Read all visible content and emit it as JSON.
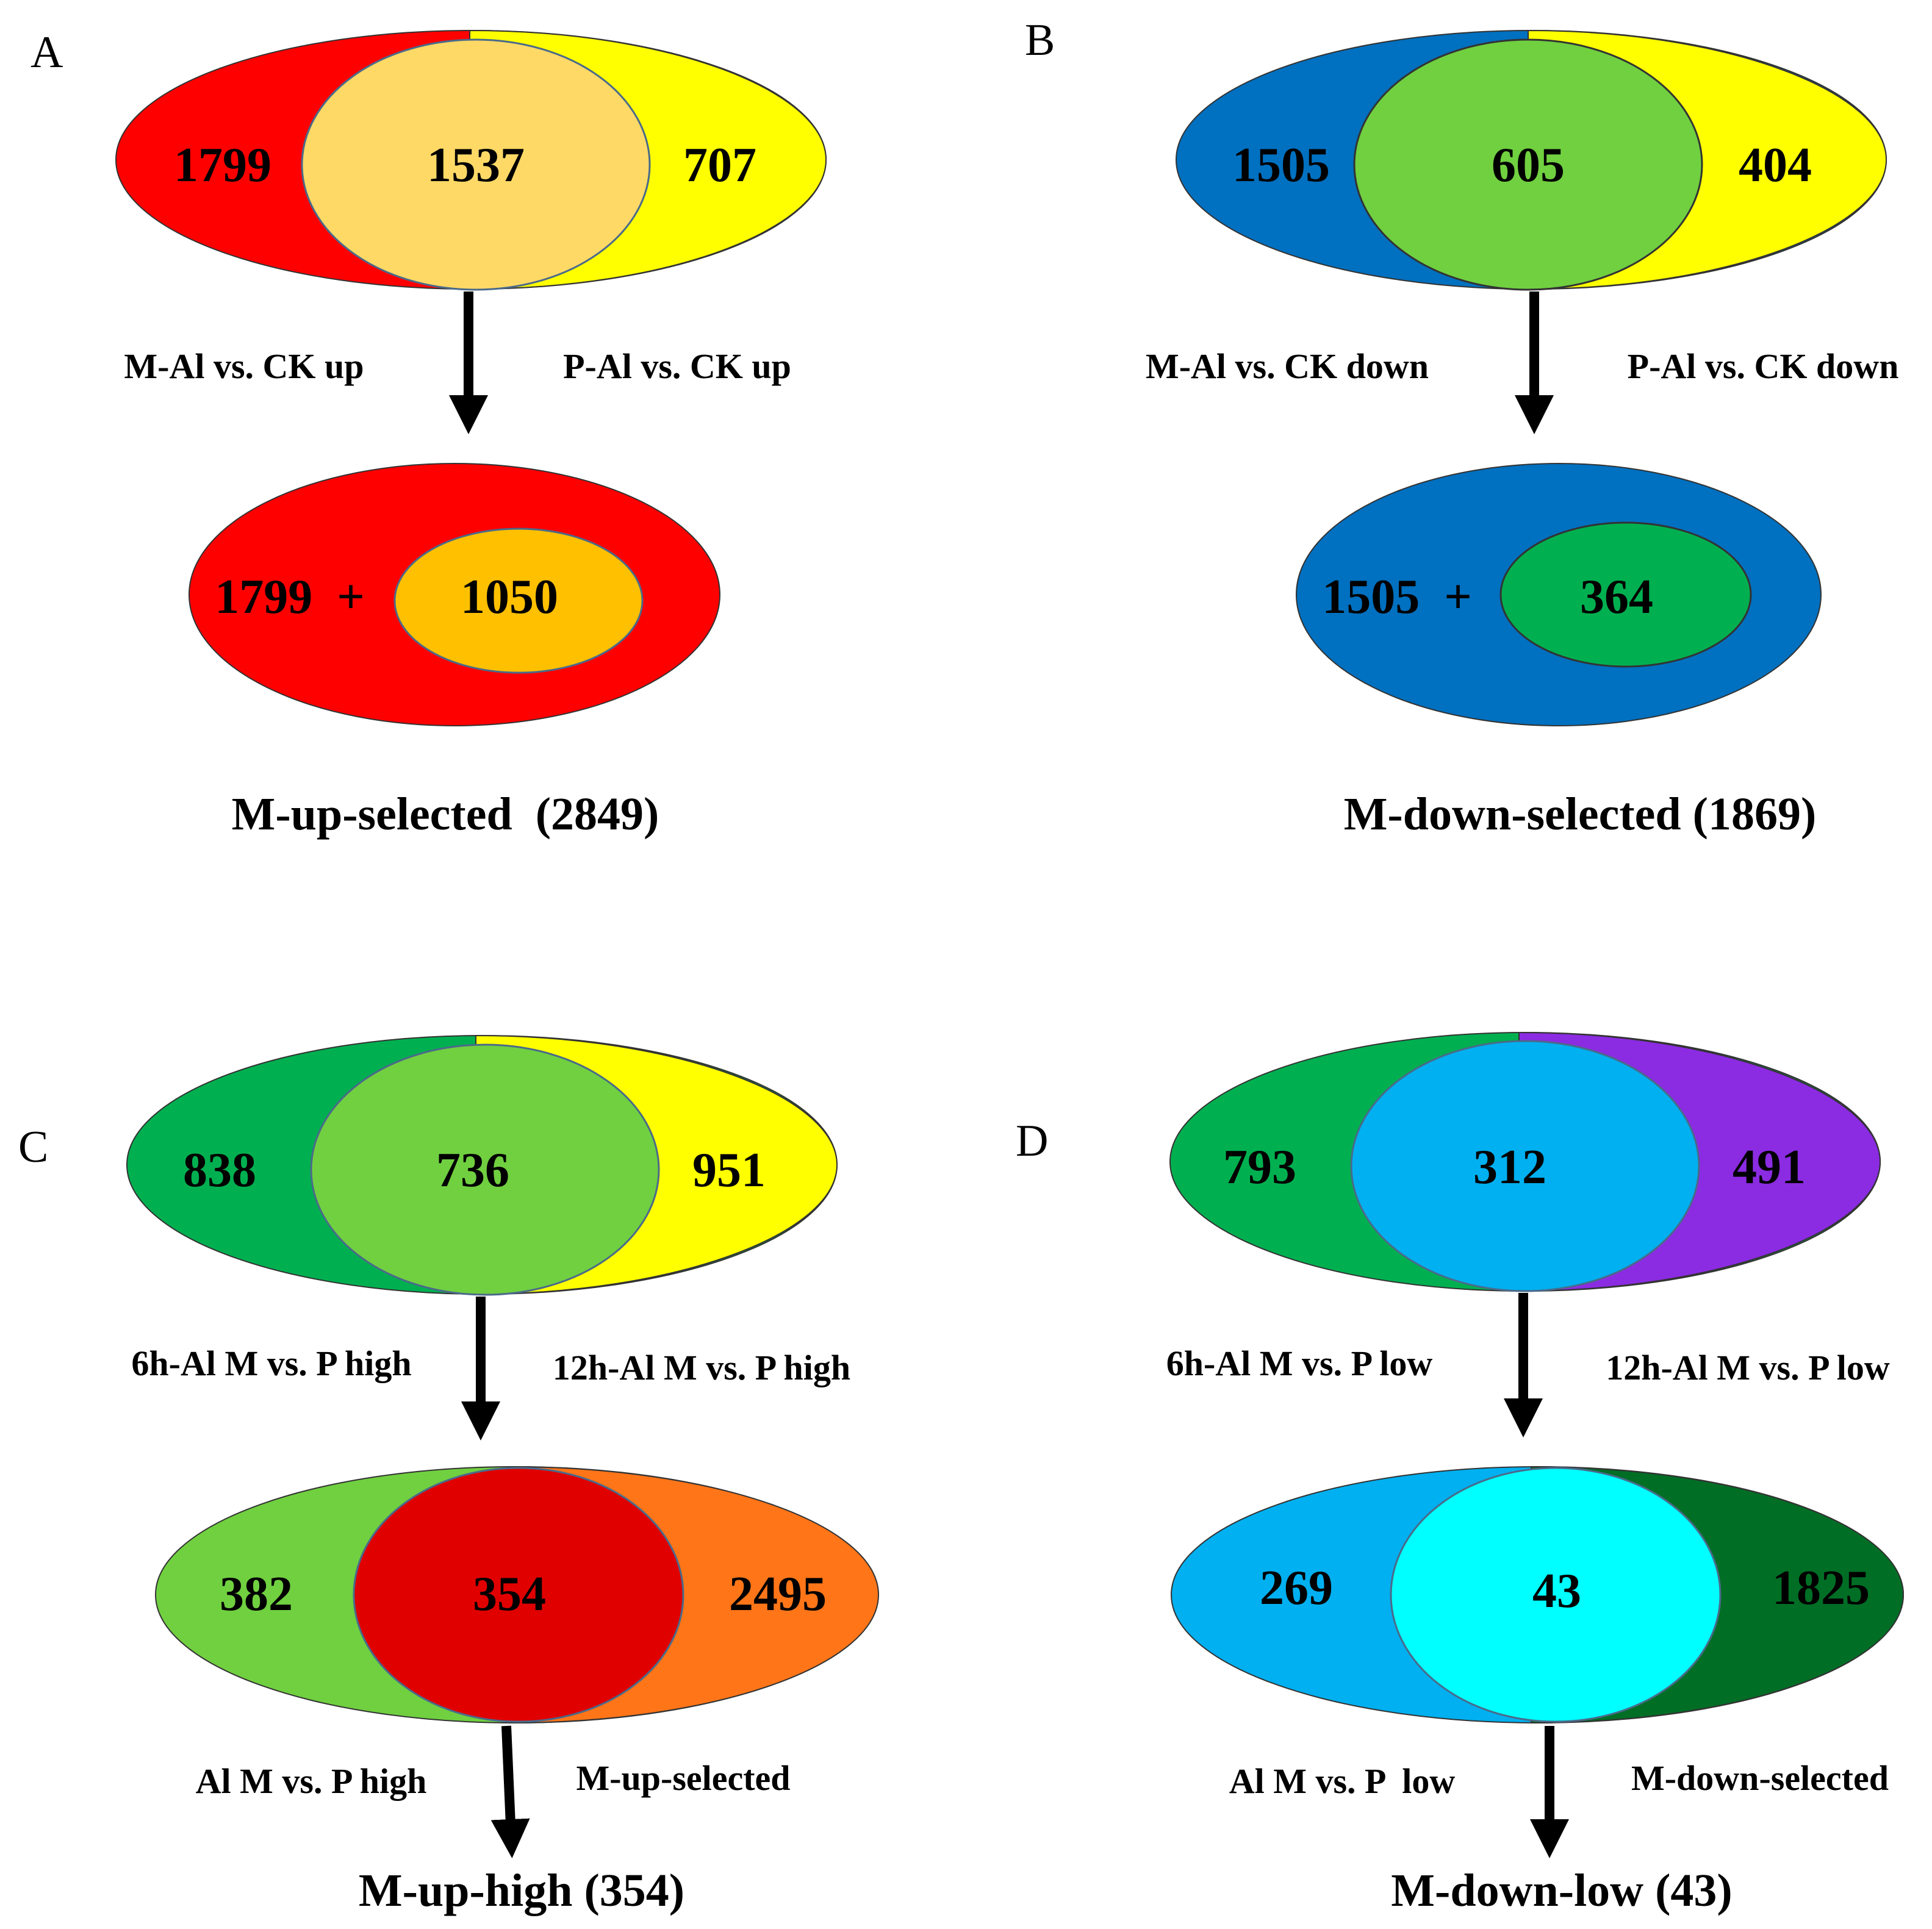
{
  "panels": {
    "A": {
      "letter": "A",
      "colors": {
        "left": "#ff0000",
        "right": "#ffff00",
        "overlap": "#ffd966",
        "result_outer": "#ff0000",
        "result_inner": "#ffc000"
      },
      "top": {
        "left": "1799",
        "overlap": "1537",
        "right": "707"
      },
      "labels": {
        "left": "M-Al vs. CK up",
        "right": "P-Al vs. CK up"
      },
      "result": {
        "outer": "1799  +",
        "inner": "1050"
      },
      "title": "M-up-selected  (2849)"
    },
    "B": {
      "letter": "B",
      "colors": {
        "left": "#0070c0",
        "right": "#ffff00",
        "overlap": "#70d040",
        "result_outer": "#0070c0",
        "result_inner": "#00b050"
      },
      "top": {
        "left": "1505",
        "overlap": "605",
        "right": "404"
      },
      "labels": {
        "left": "M-Al vs. CK down",
        "right": "P-Al vs. CK down"
      },
      "result": {
        "outer": "1505  +",
        "inner": "364"
      },
      "title": "M-down-selected (1869)"
    },
    "C": {
      "letter": "C",
      "colors": {
        "left": "#00b050",
        "right": "#ffff00",
        "overlap": "#70d040",
        "b_left": "#70d040",
        "b_right": "#ff7518",
        "b_overlap": "#e00000"
      },
      "top": {
        "left": "838",
        "overlap": "736",
        "right": "951"
      },
      "labels": {
        "left": "6h-Al M vs. P high",
        "right": "12h-Al M vs. P high"
      },
      "bottom": {
        "left": "382",
        "overlap": "354",
        "right": "2495"
      },
      "bottom_labels": {
        "left": "Al M vs. P high",
        "right": "M-up-selected"
      },
      "title": "M-up-high (354)"
    },
    "D": {
      "letter": "D",
      "colors": {
        "left": "#00b050",
        "right": "#8b2be2",
        "overlap": "#00b0f0",
        "b_left": "#00b0f0",
        "b_right": "#006e25",
        "b_overlap": "#00ffff"
      },
      "top": {
        "left": "793",
        "overlap": "312",
        "right": "491"
      },
      "labels": {
        "left": "6h-Al M vs. P low",
        "right": "12h-Al M vs. P low"
      },
      "bottom": {
        "left": "269",
        "overlap": "43",
        "right": "1825"
      },
      "bottom_labels": {
        "left": "Al M vs. P  low",
        "right": "M-down-selected"
      },
      "title": "M-down-low (43)"
    }
  }
}
